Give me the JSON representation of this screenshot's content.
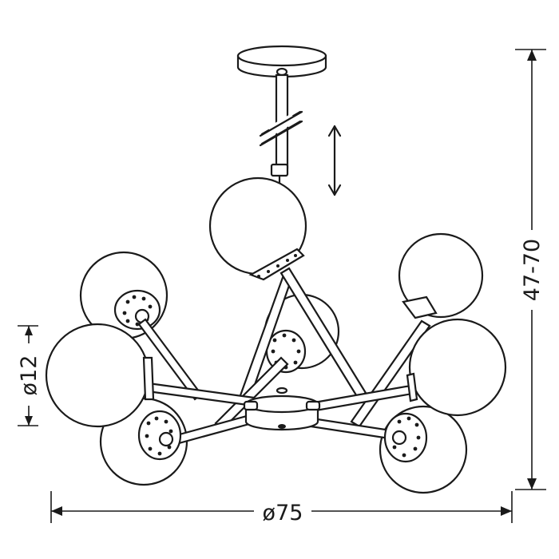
{
  "diagram": {
    "dimensions": {
      "height": "47-70",
      "width": "ø75",
      "globe": "ø12"
    },
    "colors": {
      "line": "#1a1a1a",
      "background": "#ffffff"
    },
    "components": [
      "ceiling-canopy",
      "adjustable-rod",
      "central-hub",
      "arm",
      "glass-globe",
      "globe-holder"
    ]
  }
}
